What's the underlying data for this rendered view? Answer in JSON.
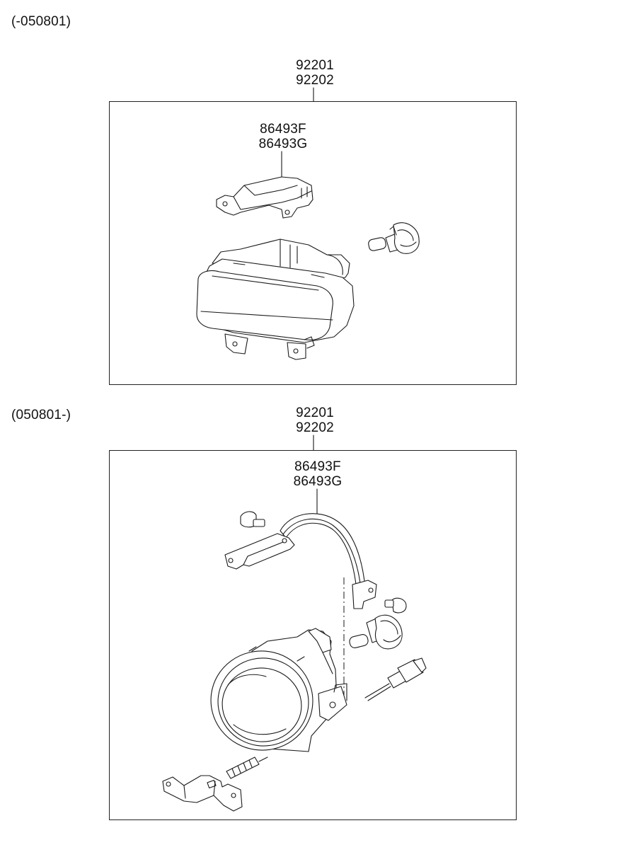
{
  "sections": [
    {
      "period": "(-050801)",
      "assembly_part_numbers": [
        "92201",
        "92202"
      ],
      "bracket_part_numbers": [
        "86493F",
        "86493G"
      ]
    },
    {
      "period": "(050801-)",
      "assembly_part_numbers": [
        "92201",
        "92202"
      ],
      "bracket_part_numbers": [
        "86493F",
        "86493G"
      ]
    }
  ]
}
